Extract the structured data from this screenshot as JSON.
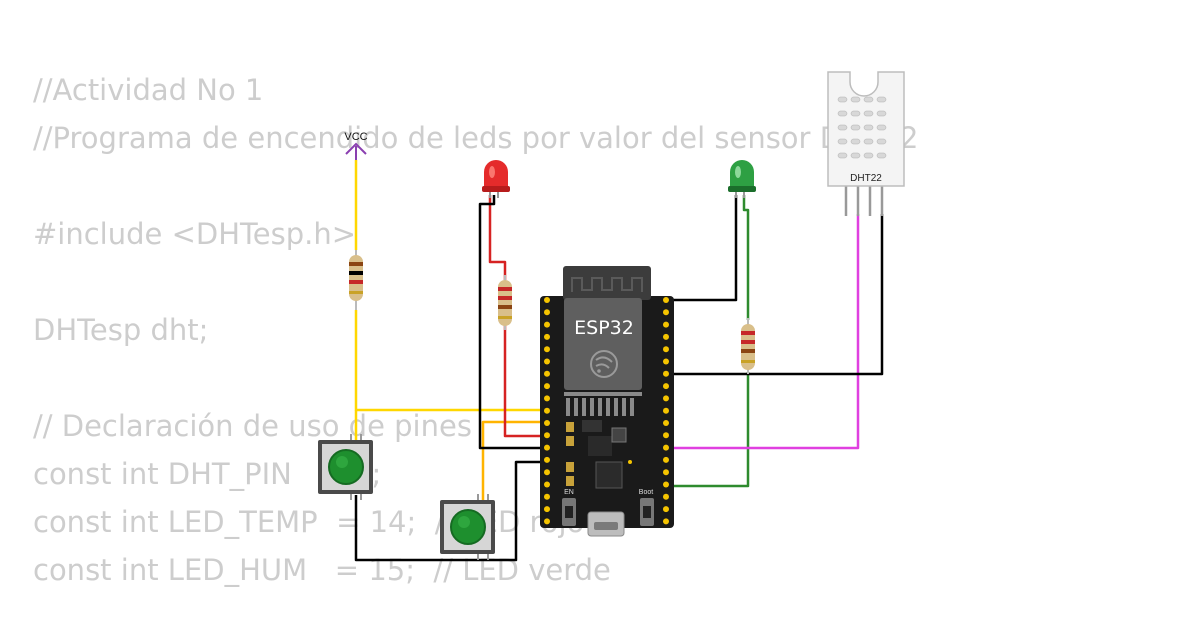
{
  "code_lines": [
    "//Actividad No 1",
    "//Programa de encendido de leds por valor del sensor DHT22",
    "",
    "#include <DHTesp.h>",
    "",
    "DHTesp dht;",
    "",
    "// Declaración de uso de pines",
    "const int DHT_PIN   = 4;",
    "const int LED_TEMP  = 14;  // LED rojo",
    "const int LED_HUM   = 15;  // LED verde"
  ],
  "labels": {
    "vcc": "VCC",
    "board": "ESP32",
    "sensor": "DHT22",
    "boot": "Boot",
    "en": "EN"
  },
  "colors": {
    "vcc_wire": "#ffd700",
    "red_led": "#e52b2b",
    "green_led": "#2ea043",
    "signal_wire": "#e040e0",
    "gnd_wire": "#000000",
    "button_cap": "#1e8f2e",
    "board": "#1a1a1a",
    "pin": "#f5c400"
  },
  "icons": [
    "vcc-arrow-icon",
    "espressif-logo-icon",
    "red-led-icon",
    "green-led-icon",
    "dht22-sensor-icon",
    "pushbutton-icon",
    "resistor-icon"
  ]
}
